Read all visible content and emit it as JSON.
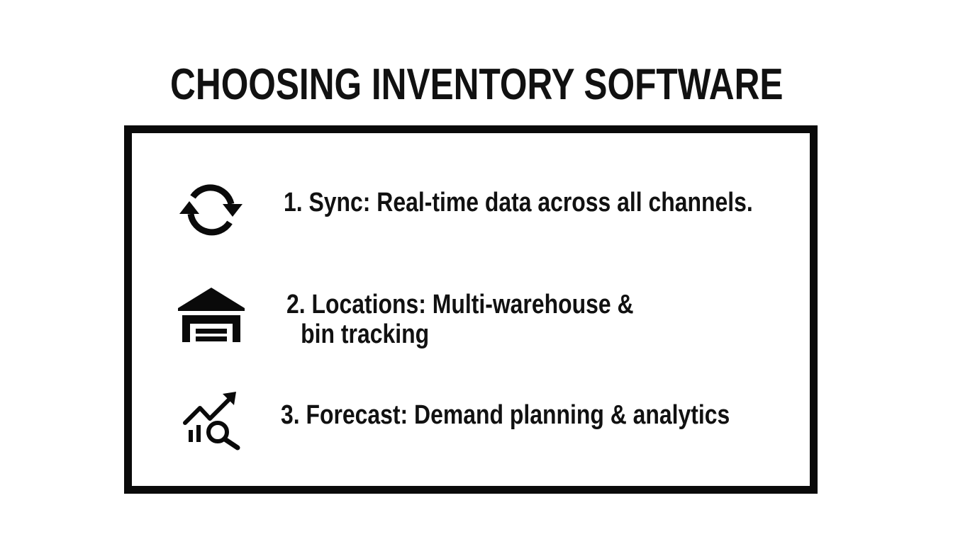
{
  "title": "CHOOSING INVENTORY SOFTWARE",
  "colors": {
    "background": "#ffffff",
    "ink": "#0a0a0a"
  },
  "items": [
    {
      "icon": "sync-arrows-icon",
      "number": "1.",
      "label": "Sync:",
      "text_line1": "1. Sync: Real-time data across all channels.",
      "text_line2": ""
    },
    {
      "icon": "warehouse-icon",
      "number": "2.",
      "label": "Locations:",
      "text_line1": "2. Locations: Multi-warehouse &",
      "text_line2": "bin tracking"
    },
    {
      "icon": "analytics-chart-magnifier-icon",
      "number": "3.",
      "label": "Forecast:",
      "text_line1": "3. Forecast: Demand planning & analytics",
      "text_line2": ""
    }
  ]
}
